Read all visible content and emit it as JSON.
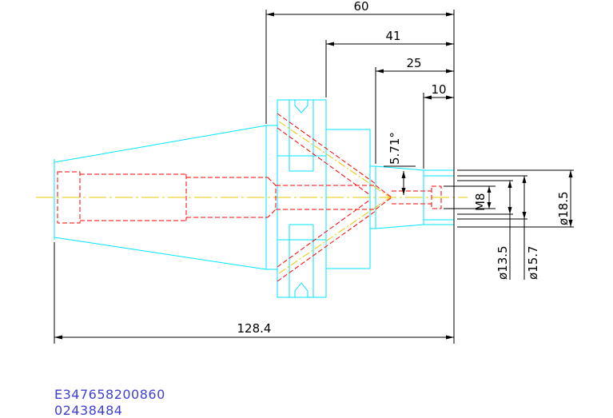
{
  "dimensions": {
    "len_60": "60",
    "len_41": "41",
    "len_25": "25",
    "len_10": "10",
    "len_total": "128.4",
    "angle": "5.71°",
    "thread": "M8",
    "dia_13_5": "ø13.5",
    "dia_15_7": "ø15.7",
    "dia_18_5": "ø18.5"
  },
  "codes": {
    "line1": "E347658200860",
    "line2": "02438484"
  },
  "colors": {
    "outline": "#00e5ff",
    "hidden": "#ff0000",
    "center": "#e6c800",
    "dimension": "#000000",
    "code_text": "#4040d8"
  }
}
